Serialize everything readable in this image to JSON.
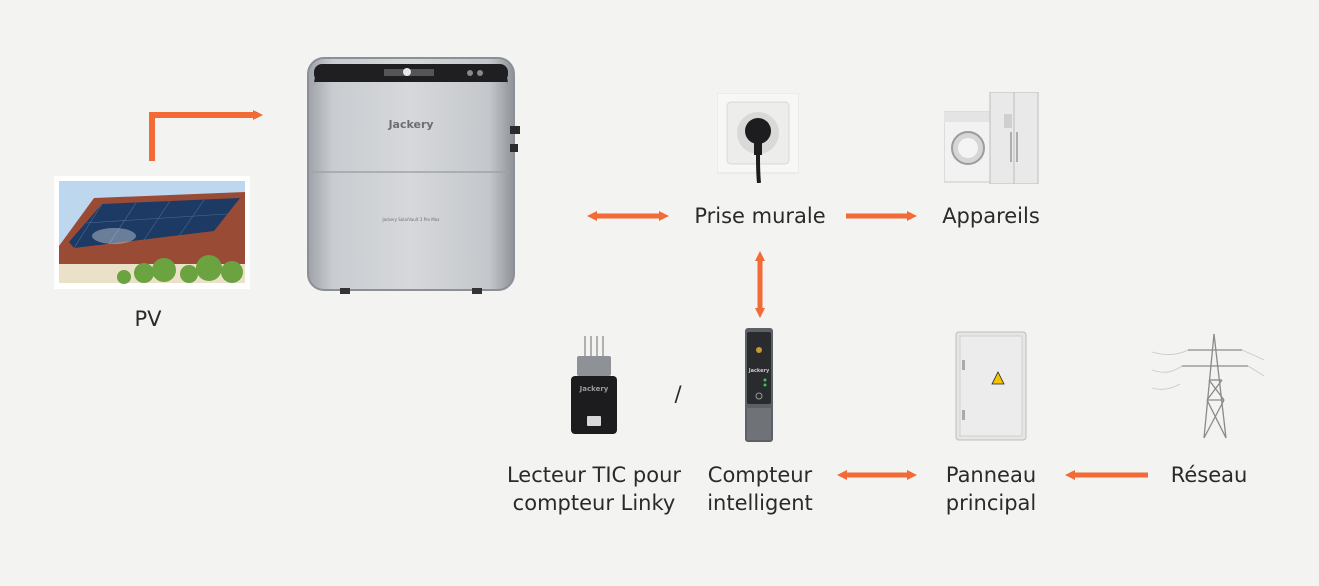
{
  "colors": {
    "accent": "#f26a35",
    "background": "#f3f3f1",
    "text": "#2a2a2a"
  },
  "battery": {
    "brand": "Jackery",
    "model_line": "Jackery SolarVault 3 Pro Max"
  },
  "dongle": {
    "brand": "Jackery"
  },
  "meter": {
    "brand": "Jackery"
  },
  "labels": {
    "pv": "PV",
    "wall_socket": "Prise murale",
    "appliances": "Appareils",
    "tic_reader_line1": "Lecteur TIC pour",
    "tic_reader_line2": "compteur Linky",
    "separator": "/",
    "smart_meter_line1": "Compteur",
    "smart_meter_line2": "intelligent",
    "main_panel_line1": "Panneau",
    "main_panel_line2": "principal",
    "grid": "Réseau"
  },
  "icons": {
    "pv": "solar-roof-photo",
    "battery": "home-battery-icon",
    "wall_socket": "wall-socket-icon",
    "appliances": "appliances-icon",
    "tic_reader": "tic-dongle-icon",
    "smart_meter": "smart-meter-icon",
    "main_panel": "electrical-cabinet-icon",
    "grid": "power-pylon-icon"
  }
}
